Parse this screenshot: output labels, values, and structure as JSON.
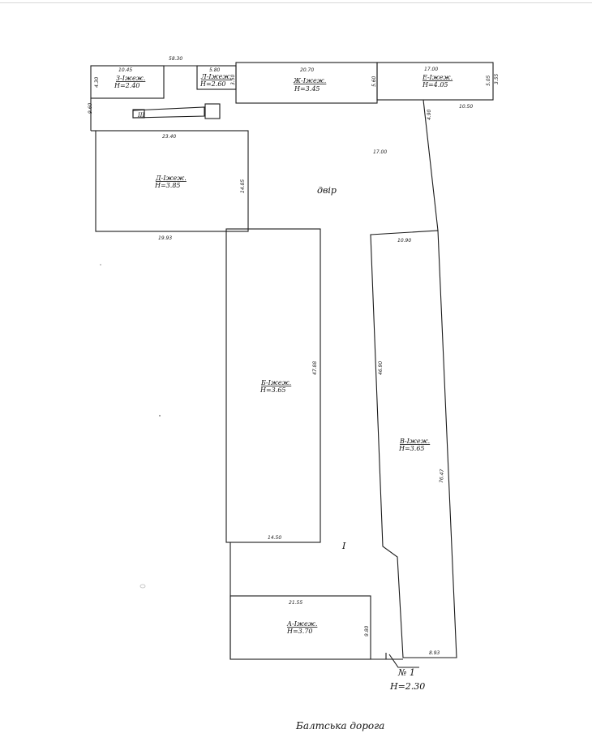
{
  "dimensions": {
    "d_10_45": "10.45",
    "d_58_30": "58.30",
    "d_5_80": "5.80",
    "d_20_70": "20.70",
    "d_17_00_top": "17.00",
    "d_4_30": "4.30",
    "d_9_60": "9.60",
    "d_3_50": "3.50",
    "d_5_60": "5.60",
    "d_5_05": "5.05",
    "d_3_55": "3.55",
    "d_10_50": "10.50",
    "d_4_90": "4.90",
    "d_23_40": "23.40",
    "d_17_00_yard": "17.00",
    "d_14_85": "14.85",
    "d_19_93": "19.93",
    "d_10_90": "10.90",
    "d_47_88": "47.88",
    "d_46_90": "46.90",
    "d_76_47": "76.47",
    "d_14_50": "14.50",
    "d_21_55": "21.55",
    "d_9_80": "9.80",
    "d_8_93": "8.93"
  },
  "buildings": {
    "z": {
      "name": "З-Іжеж.",
      "height": "Н=2.40"
    },
    "l": {
      "name": "Л-Іжеж.",
      "height": "Н=2.60"
    },
    "zh": {
      "name": "Ж-Іжеж.",
      "height": "Н=3.45"
    },
    "e": {
      "name": "Е-Іжеж.",
      "height": "Н=4.05"
    },
    "d": {
      "name": "Д-Іжеж.",
      "height": "Н=3.85"
    },
    "b": {
      "name": "Б-Іжеж.",
      "height": "Н=3.65"
    },
    "v": {
      "name": "В-Іжеж.",
      "height": "Н=3.65"
    },
    "a": {
      "name": "А-Іжеж.",
      "height": "Н=3.70"
    }
  },
  "yard_label": "двір",
  "courtyard_numeral": "I",
  "marker_label": "III",
  "plot_number": "№ 1",
  "plot_height": "Н=2.30",
  "street": "Балтська дорога"
}
